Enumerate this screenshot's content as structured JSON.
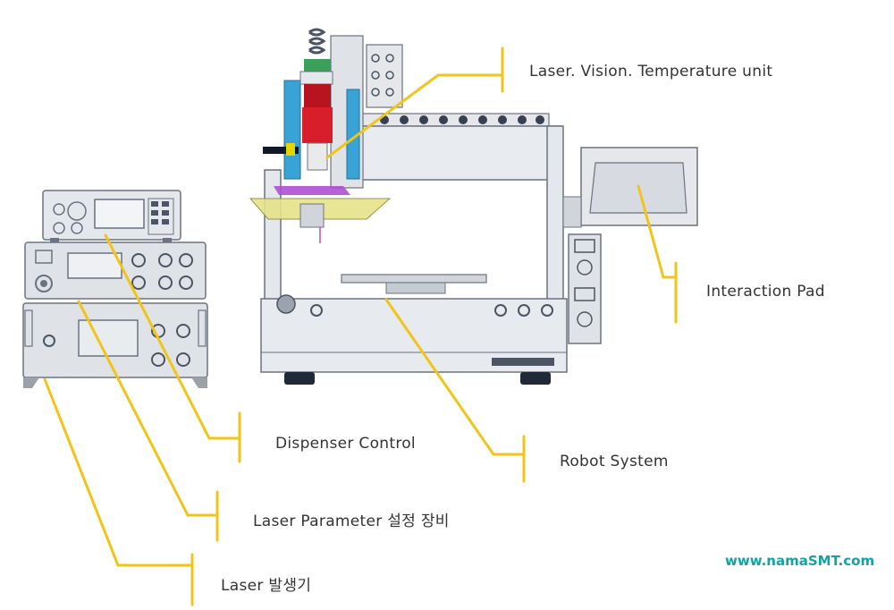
{
  "labels": {
    "laser_vision": "Laser. Vision. Temperature unit",
    "interaction_pad": "Interaction Pad",
    "dispenser_control": "Dispenser Control",
    "robot_system": "Robot System",
    "laser_parameter": "Laser Parameter 설정 장비",
    "laser_generator": "Laser 발생기"
  },
  "watermark": "www.namaSMT.com",
  "colors": {
    "callout_line": "#f0c419",
    "machine_gray": "#dfe3e8",
    "machine_outline": "#6b7280",
    "laser_head_red": "#d81e2a",
    "work_plate_yellow": "#e6e38a",
    "accent_purple": "#b04fd0",
    "accent_blue": "#3aa3d6",
    "watermark_teal": "#14a3a3"
  }
}
